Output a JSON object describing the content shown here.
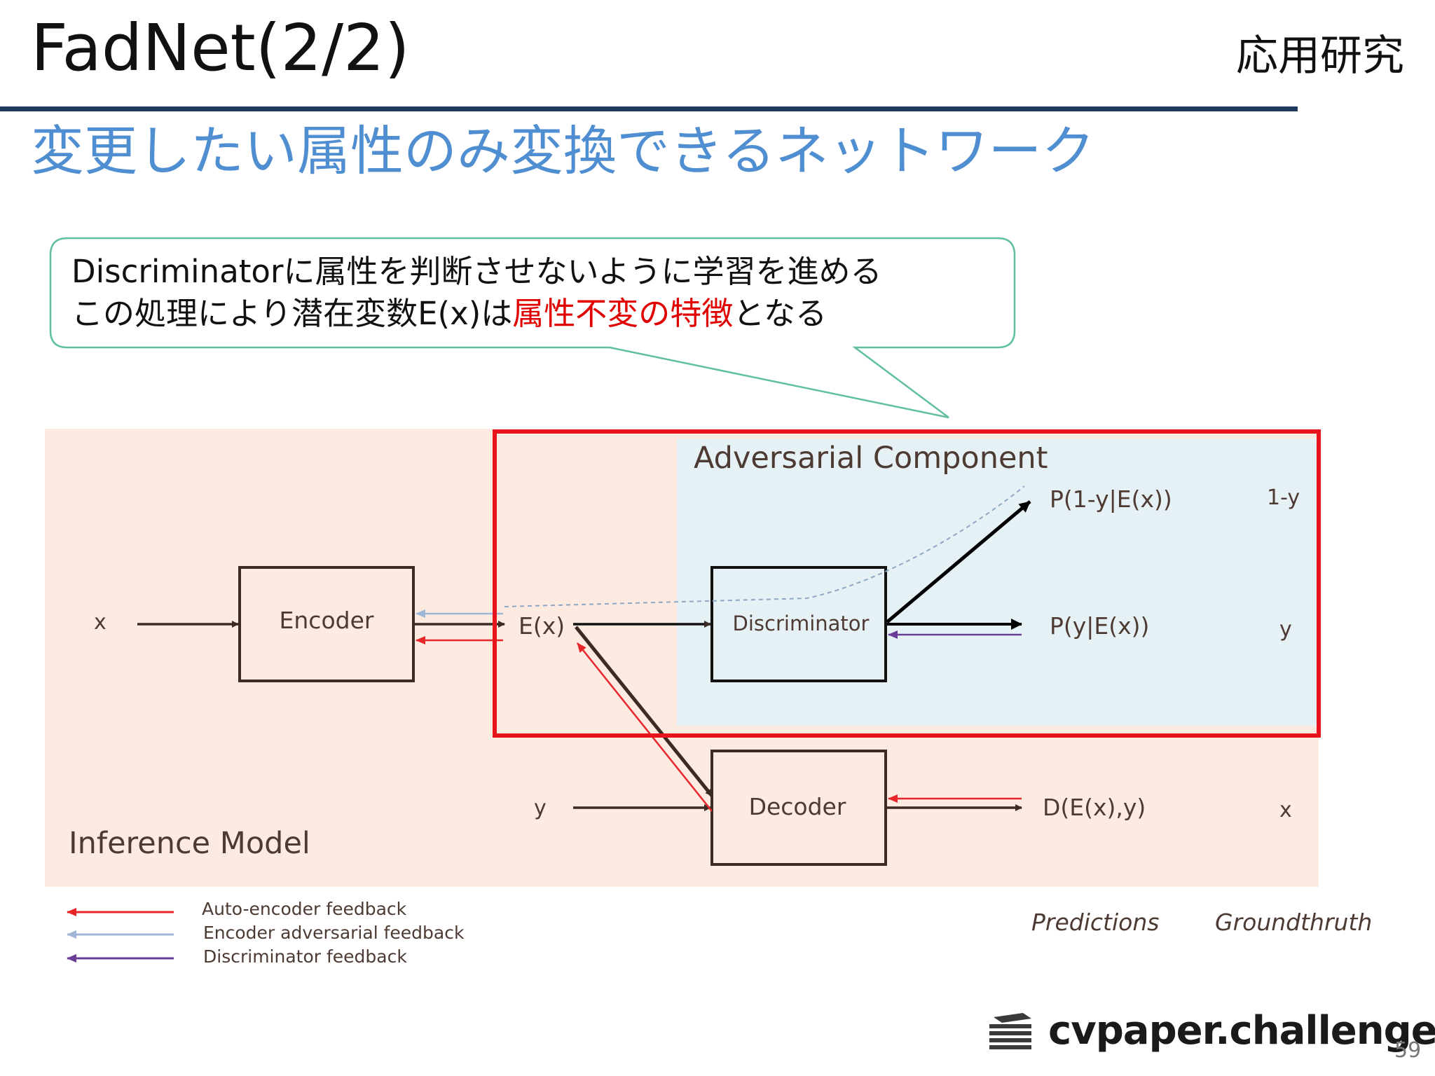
{
  "header": {
    "title": "FadNet(2/2)",
    "category": "応用研究",
    "subtitle": "変更したい属性のみ変換できるネットワーク"
  },
  "callout": {
    "line1": "Discriminatorに属性を判断させないように学習を進める",
    "line2_before": "この処理により潜在変数E(x)は",
    "line2_emph": "属性不変の特徴",
    "line2_after": "となる"
  },
  "diagram": {
    "adversarial_title": "Adversarial Component",
    "inference_title": "Inference Model",
    "nodes": {
      "encoder": "Encoder",
      "discriminator": "Discriminator",
      "decoder": "Decoder"
    },
    "inputs": {
      "x": "x",
      "ex": "E(x)",
      "y": "y"
    },
    "predictions": {
      "p_1_minus_y": "P(1-y|E(x))",
      "p_y": "P(y|E(x))",
      "d": "D(E(x),y)"
    },
    "groundtruth": {
      "one_minus_y": "1-y",
      "y": "y",
      "x": "x"
    },
    "column_labels": {
      "predictions": "Predictions",
      "groundtruth": "Groundthruth"
    },
    "legend": [
      {
        "label": "Auto-encoder feedback",
        "color": "#e8262a"
      },
      {
        "label": "Encoder adversarial feedback",
        "color": "#9fb7d6"
      },
      {
        "label": "Discriminator feedback",
        "color": "#6a3d9a"
      }
    ]
  },
  "colors": {
    "title_rule": "#1f3a5f",
    "subtitle": "#4f8ed0",
    "highlight_box": "#e8141b",
    "inference_bg": "#fdebe2",
    "adversarial_bg": "#e6f1f5",
    "callout_border": "#5fbf9f"
  },
  "footer": {
    "logo": "cvpaper.challenge",
    "logo_icon": "stacked-papers-icon",
    "page_number": "59"
  }
}
